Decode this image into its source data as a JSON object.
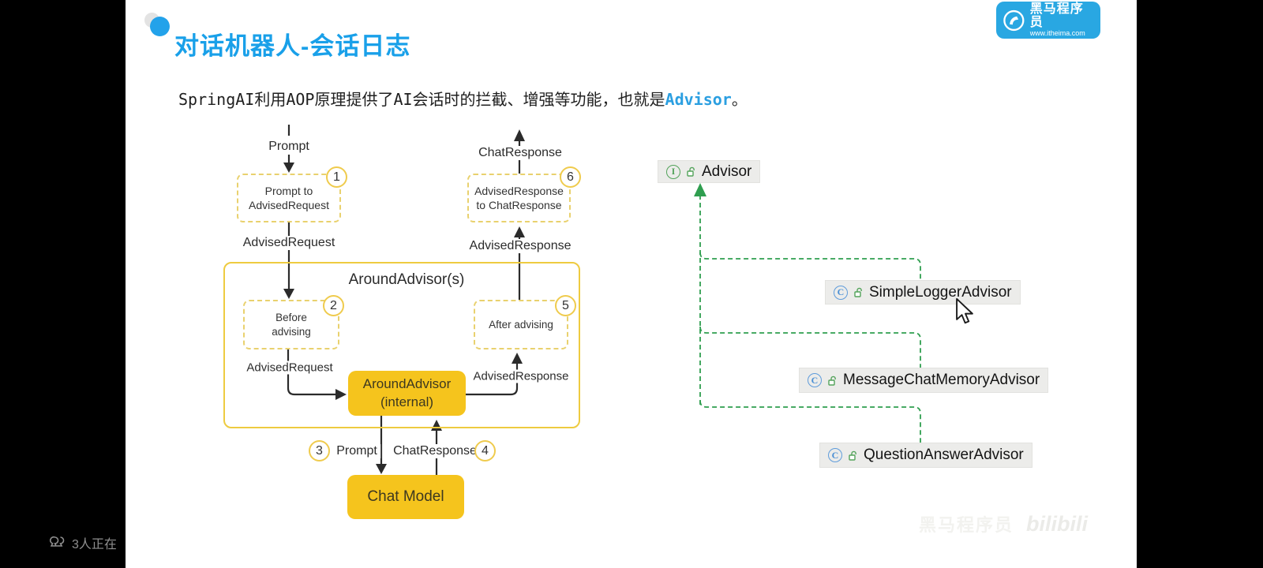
{
  "header": {
    "title": "对话机器人-会话日志",
    "title_color": "#19a0e9"
  },
  "intro": {
    "text_before": "SpringAI利用AOP原理提供了AI会话时的拦截、增强等功能，也就是",
    "highlight": "Advisor",
    "text_after": "。",
    "highlight_color": "#2b9fe1"
  },
  "flow": {
    "top_left_label": "Prompt",
    "box1": {
      "number": "1",
      "lines": [
        "Prompt to",
        "AdvisedRequest"
      ]
    },
    "label_advised_request_1": "AdvisedRequest",
    "container_title": "AroundAdvisor(s)",
    "box2": {
      "number": "2",
      "lines": [
        "Before",
        "advising"
      ]
    },
    "label_advised_request_2": "AdvisedRequest",
    "internal_box": {
      "lines": [
        "AroundAdvisor",
        "(internal)"
      ]
    },
    "label_advised_response_2": "AdvisedResponse",
    "box5": {
      "number": "5",
      "label": "After advising"
    },
    "label_advised_response_1": "AdvisedResponse",
    "box6": {
      "number": "6",
      "lines": [
        "AdvisedResponse",
        "to ChatResponse"
      ]
    },
    "top_right_label": "ChatResponse",
    "bottom": {
      "circle3": "3",
      "prompt_label": "Prompt",
      "chat_response_label": "ChatResponse",
      "circle4": "4",
      "chat_model": "Chat Model"
    },
    "accent_yellow": "#f5c41d"
  },
  "hierarchy": {
    "interface": {
      "name": "Advisor",
      "icon_letter": "I"
    },
    "class_icon_letter": "C",
    "classes": [
      {
        "name": "SimpleLoggerAdvisor"
      },
      {
        "name": "MessageChatMemoryAdvisor"
      },
      {
        "name": "QuestionAnswerAdvisor"
      }
    ],
    "line_color": "#2f9e4f"
  },
  "logo": {
    "line1": "黑马程序员",
    "line2": "www.itheima.com"
  },
  "status_bar": {
    "viewers": "3人正在"
  },
  "watermark": {
    "text": "黑马程序员",
    "logo_text": "bilibili"
  }
}
